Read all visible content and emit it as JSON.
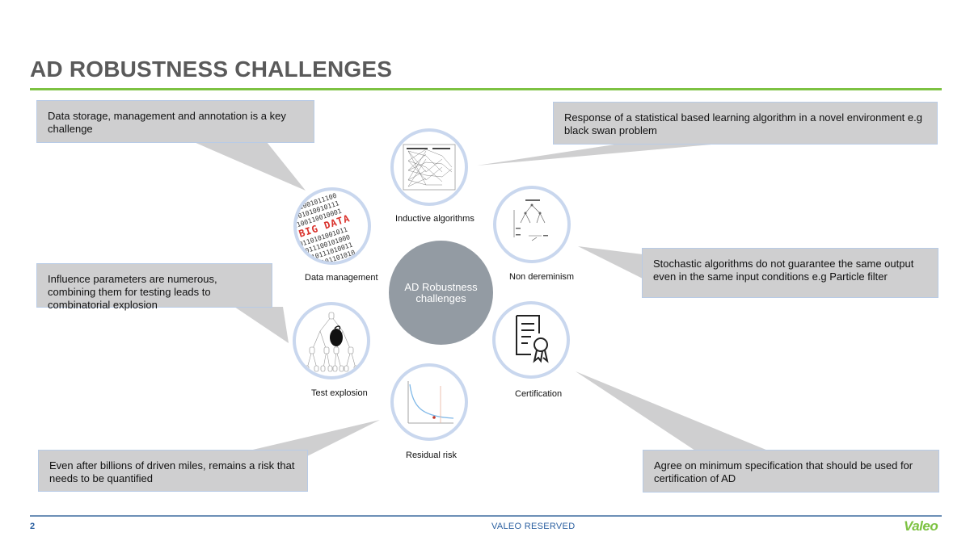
{
  "title": "AD ROBUSTNESS CHALLENGES",
  "center_label": "AD Robustness challenges",
  "nodes": {
    "inductive": {
      "label": "Inductive algorithms",
      "icon": "neural-network-icon"
    },
    "data": {
      "label": "Data management",
      "icon": "big-data-icon"
    },
    "nondet": {
      "label": "Non dereminism",
      "icon": "decision-tree-icon"
    },
    "certification": {
      "label": "Certification",
      "icon": "certificate-icon"
    },
    "residual": {
      "label": "Residual risk",
      "icon": "risk-curve-icon"
    },
    "test": {
      "label": "Test explosion",
      "icon": "test-tree-icon"
    }
  },
  "callouts": {
    "data": "Data storage, management and annotation is a key challenge",
    "inductive": "Response of a statistical based learning algorithm in a novel environment e.g black swan problem",
    "test": "Influence parameters are numerous, combining them for testing leads to combinatorial explosion",
    "nondet": "Stochastic algorithms do not guarantee the same output even in the same input conditions e.g Particle filter",
    "residual": "Even after billions of driven miles, remains a risk that needs to be quantified",
    "certification": "Agree on minimum specification that should be used for certification of AD"
  },
  "big_data_text": "BIG DATA",
  "footer": {
    "page_number": "2",
    "confidentiality": "VALEO RESERVED",
    "logo": "Valeo"
  },
  "colors": {
    "accent_green": "#7dc242",
    "callout_fill": "#cfcfd0",
    "node_border": "#c9d7ee",
    "center_fill": "#939ba3",
    "footer_blue": "#2a5fa0"
  }
}
